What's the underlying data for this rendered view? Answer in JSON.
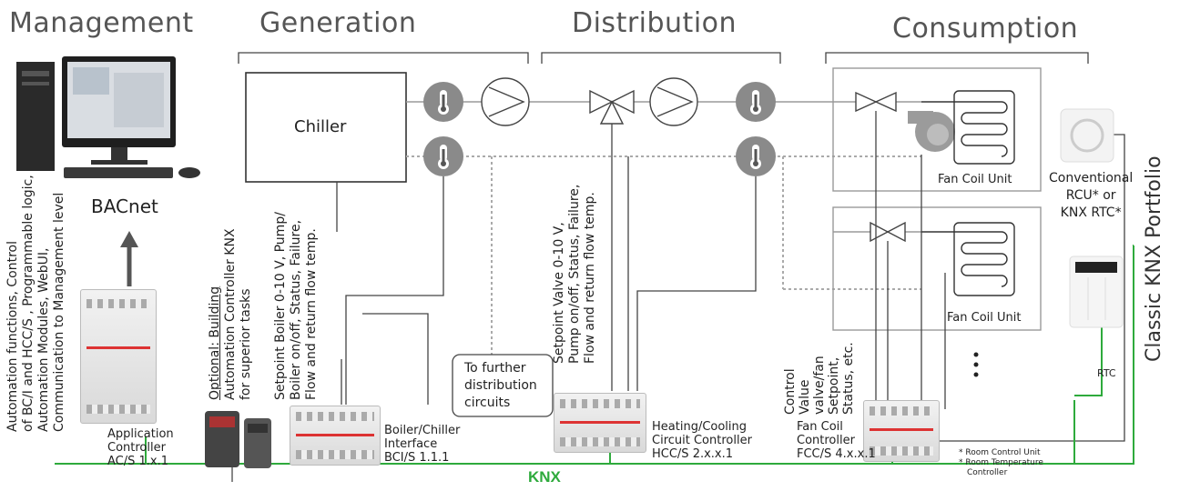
{
  "headers": {
    "management": "Management",
    "generation": "Generation",
    "distribution": "Distribution",
    "consumption": "Consumption"
  },
  "chiller_label": "Chiller",
  "bacnet_label": "BACnet",
  "further_circuits": [
    "To further",
    "distribution",
    "circuits"
  ],
  "fan_coil_unit_1": "Fan Coil Unit",
  "fan_coil_unit_2": "Fan Coil Unit",
  "conventional_rcu": [
    "Conventional",
    "RCU* or",
    "KNX RTC*"
  ],
  "rtc_label": "RTC",
  "portfolio_label": "Classic KNX Portfolio",
  "mgmt_vertical": [
    "Automation functions, Control",
    "of BC/I and HCC/S , Programmable logic,",
    "Automation Modules, WebUI,",
    "Communication to Management level"
  ],
  "optional_vertical": [
    "Optional: Building",
    "Automation Controller KNX",
    "for superior tasks"
  ],
  "boiler_vertical": [
    "Setpoint Boiler 0-10 V, Pump/",
    "Boiler on/off, Status, Failure,",
    "Flow and return flow temp."
  ],
  "valve_vertical": [
    "Setpoint Valve 0-10 V,",
    "Pump on/off,  Status, Failure,",
    "Flow and return flow temp."
  ],
  "fancoil_vertical": [
    "Control",
    "Value",
    "valve/fan",
    "Setpoint,",
    "Status, etc."
  ],
  "devices": {
    "app_controller": [
      "Application",
      "Controller",
      "AC/S 1.x.1"
    ],
    "boiler_interface": [
      "Boiler/Chiller",
      "Interface",
      "BCI/S 1.1.1"
    ],
    "hcc": [
      "Heating/Cooling",
      "Circuit Controller",
      "HCC/S 2.x.x.1"
    ],
    "fcc": [
      "Fan Coil",
      "Controller",
      "FCC/S 4.x.x.1"
    ]
  },
  "footnotes": [
    "* Room Control Unit",
    "* Room Temperature",
    "Controller"
  ],
  "knx_logo": "KNX",
  "colors": {
    "bus": "#2eaa3c",
    "line": "#555555",
    "dotted": "#999999",
    "header": "#555555"
  }
}
